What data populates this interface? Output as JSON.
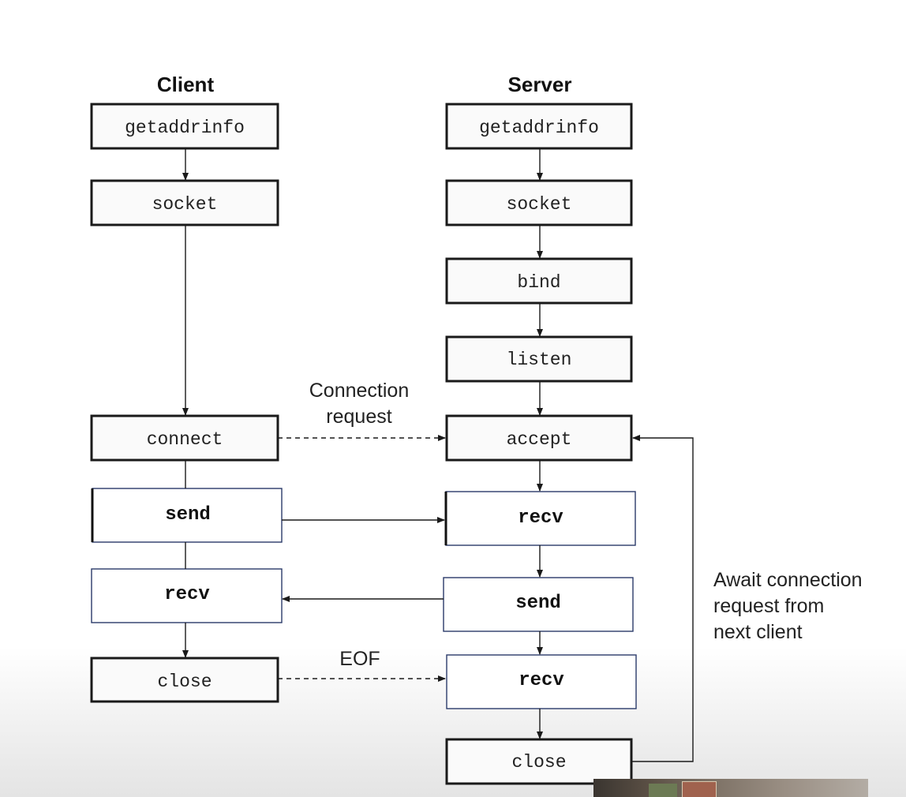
{
  "columns": {
    "client": "Client",
    "server": "Server"
  },
  "client": {
    "getaddrinfo": "getaddrinfo",
    "socket": "socket",
    "connect": "connect",
    "send": "send",
    "recv": "recv",
    "close": "close"
  },
  "server": {
    "getaddrinfo": "getaddrinfo",
    "socket": "socket",
    "bind": "bind",
    "listen": "listen",
    "accept": "accept",
    "recv1": "recv",
    "send": "send",
    "recv2": "recv",
    "close": "close"
  },
  "labels": {
    "connection_request_line1": "Connection",
    "connection_request_line2": "request",
    "eof": "EOF",
    "await_line1": "Await connection",
    "await_line2": "request from",
    "await_line3": "next client"
  }
}
